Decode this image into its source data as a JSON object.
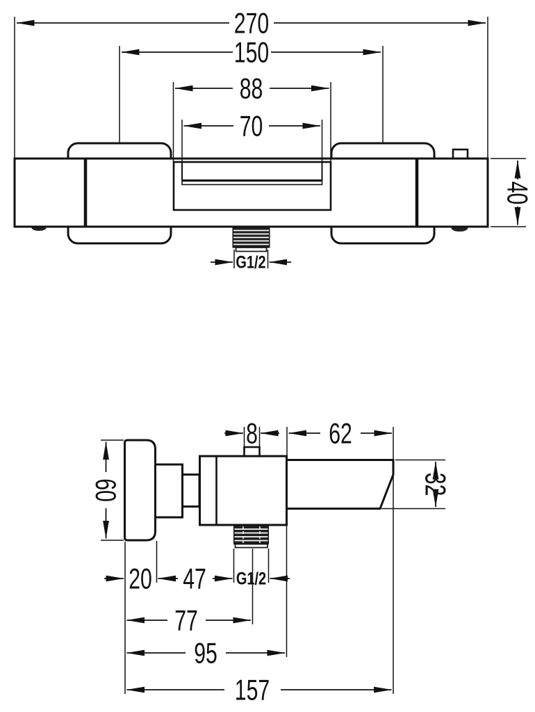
{
  "drawing": {
    "type": "technical-dimension-drawing",
    "subject": "wall-mounted thermostatic bath faucet, two orthographic views",
    "line_color": "#111111",
    "background": "#ffffff"
  },
  "views": {
    "front": {
      "label": "front-view",
      "dimensions": {
        "overall_width": "270",
        "handle_spacing": "150",
        "spout_recess_width": "88",
        "spout_slot_width": "70",
        "body_height": "40",
        "outlet_thread": "G1/2"
      }
    },
    "side": {
      "label": "side-view",
      "dimensions": {
        "stub_width": "8",
        "spout_length": "62",
        "handle_height": "60",
        "spout_height": "32",
        "flange_depth": "20",
        "flange_to_outlet": "47",
        "outlet_thread": "G1/2",
        "outlet_center_depth": "77",
        "body_depth": "95",
        "total_depth": "157"
      }
    }
  }
}
